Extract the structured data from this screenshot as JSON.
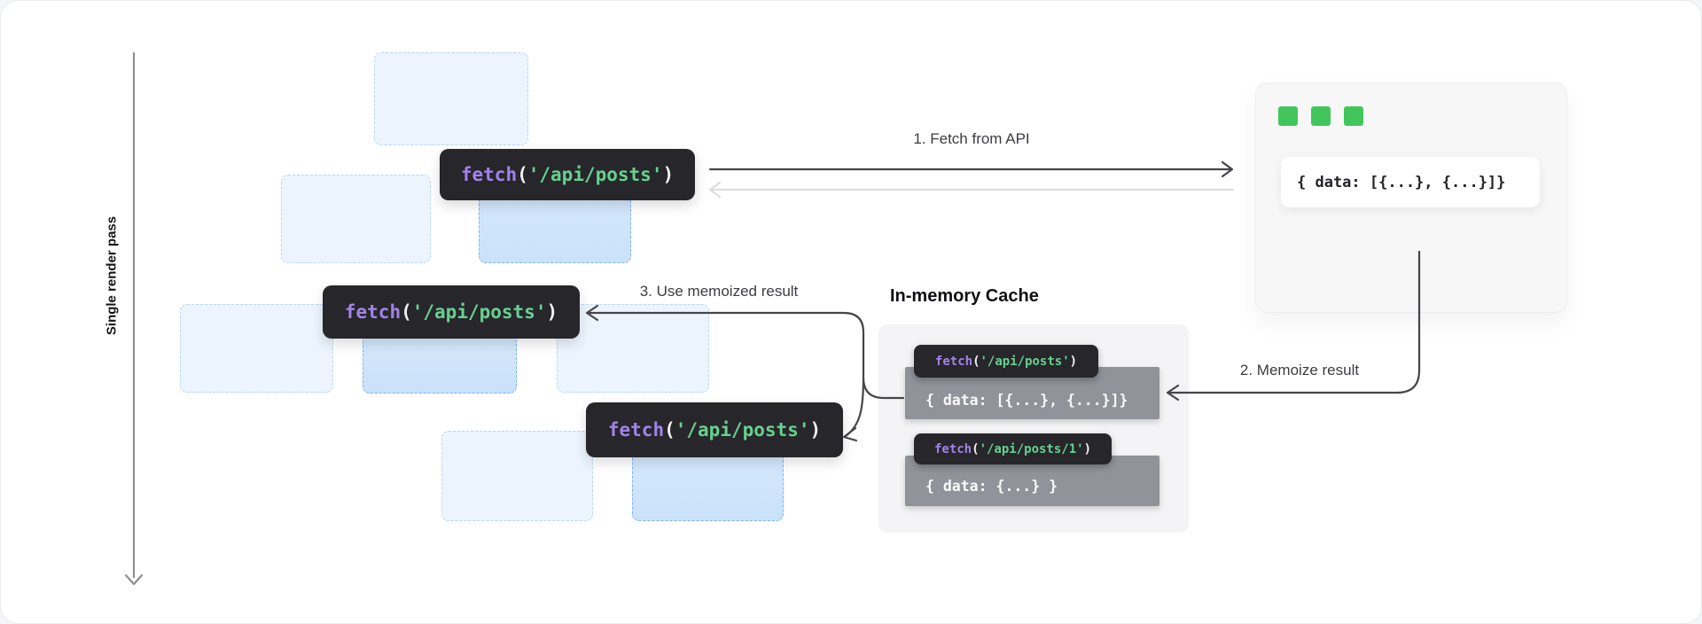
{
  "axis": {
    "label": "Single render pass"
  },
  "steps": {
    "step1": "1. Fetch from API",
    "step2": "2. Memoize result",
    "step3": "3. Use memoized result"
  },
  "code": {
    "fetch_posts": {
      "fn": "fetch",
      "open": "(",
      "string": "'/api/posts'",
      "close": ")"
    },
    "fetch_post1": {
      "fn": "fetch",
      "open": "(",
      "string": "'/api/posts/1'",
      "close": ")"
    }
  },
  "server": {
    "response": "{ data: [{...}, {...}]}"
  },
  "cache": {
    "title": "In-memory Cache",
    "entries": [
      {
        "value": "{ data: [{...}, {...}]}"
      },
      {
        "value": "{ data: {...} }"
      }
    ]
  },
  "colors": {
    "accent_green": "#42c65c",
    "code_fn_purple": "#a283e8",
    "code_string_green": "#67d18e",
    "placeholder_blue": "#cce3fb",
    "cache_gray": "#90939a",
    "dark_block": "#26262b"
  }
}
